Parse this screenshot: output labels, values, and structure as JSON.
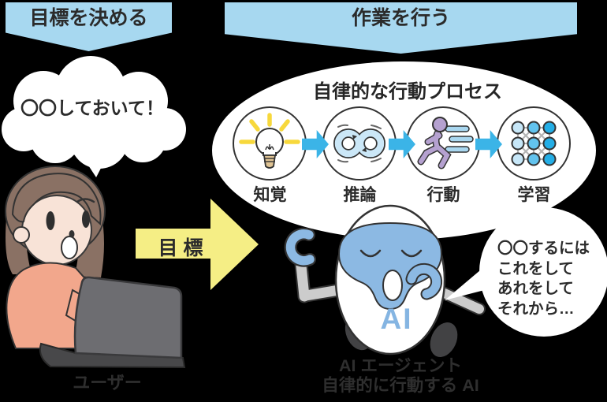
{
  "colors": {
    "background": "#000000",
    "banner_blue": "#a7d8f0",
    "text_dark": "#2b2b2b",
    "process_arrow_blue": "#3bb4e7",
    "goal_arrow_yellow": "#f5ee85",
    "bubble_white": "#ffffff",
    "robot_blue": "#8cb9e3",
    "runner_purple": "#b5a1d0",
    "neural_node_light": "#c7e7f8",
    "neural_node_mid": "#62c3ee",
    "neural_node_dark": "#24aee6",
    "ray_yellow": "#f7d83c"
  },
  "banner_left": {
    "label": "目標を決める"
  },
  "banner_right": {
    "label": "作業を行う"
  },
  "user_bubble": {
    "text": "〇〇しておいて！"
  },
  "goal_arrow": {
    "label": "目 標"
  },
  "process": {
    "title": "自律的な行動プロセス",
    "steps": [
      {
        "label": "知覚",
        "icon": "lightbulb-icon"
      },
      {
        "label": "推論",
        "icon": "infinity-loop-icon"
      },
      {
        "label": "行動",
        "icon": "running-person-icon"
      },
      {
        "label": "学習",
        "icon": "neural-network-icon"
      }
    ]
  },
  "robot": {
    "body_label": "AI"
  },
  "agent_bubble": {
    "lines": [
      "〇〇するには",
      "これをして",
      "あれをして",
      "それから…"
    ]
  },
  "captions": {
    "user": "ユーザー",
    "agent_line1": "AI エージェント",
    "agent_line2": "自律的に行動する AI"
  }
}
